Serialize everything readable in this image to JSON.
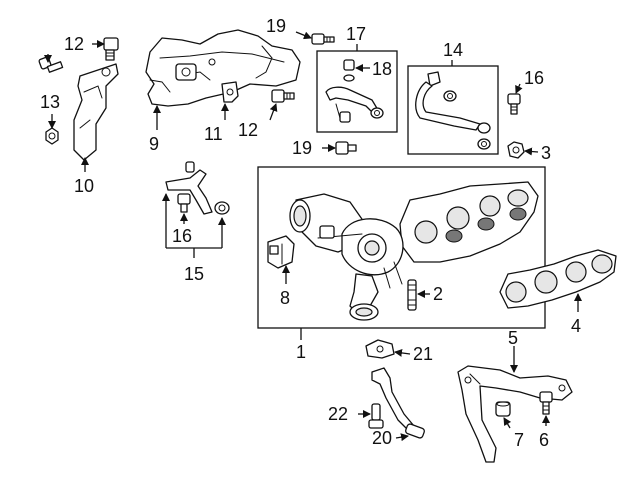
{
  "labels": {
    "l1": "1",
    "l2": "2",
    "l3": "3",
    "l4": "4",
    "l5": "5",
    "l6": "6",
    "l7": "7",
    "l8": "8",
    "l9": "9",
    "l10": "10",
    "l11": "11",
    "l12a": "12",
    "l12b": "12",
    "l13": "13",
    "l14": "14",
    "l15": "15",
    "l16a": "16",
    "l16b": "16",
    "l17": "17",
    "l18": "18",
    "l19a": "19",
    "l19b": "19",
    "l20": "20",
    "l21": "21",
    "l22": "22"
  }
}
